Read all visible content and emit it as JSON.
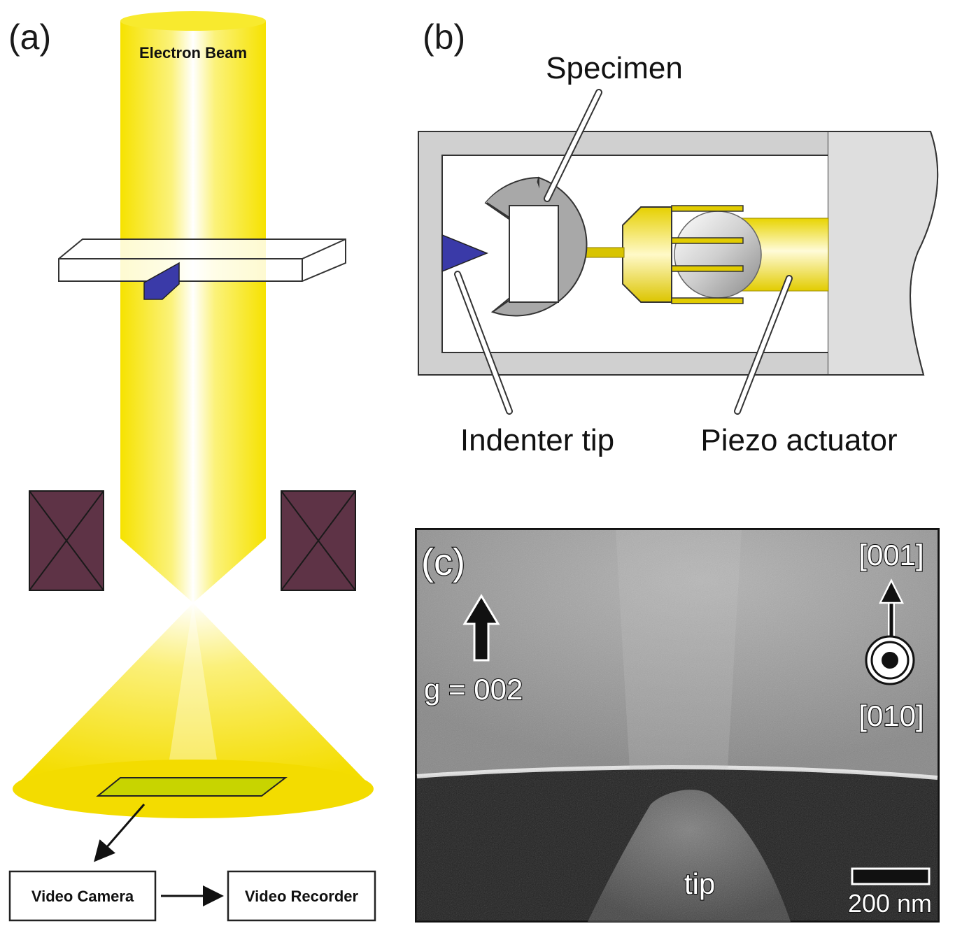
{
  "panels": {
    "a": {
      "letter": "(a)",
      "beam_label": "Electron Beam",
      "camera_label": "Video Camera",
      "recorder_label": "Video Recorder"
    },
    "b": {
      "letter": "(b)",
      "specimen_label": "Specimen",
      "indenter_label": "Indenter tip",
      "piezo_label": "Piezo actuator"
    },
    "c": {
      "letter": "(c)",
      "g_vector_label": "g = 002",
      "direction_up_label": "[001]",
      "direction_out_label": "[010]",
      "tip_label": "tip",
      "scale_bar_label": "200 nm"
    }
  },
  "colors": {
    "beam_yellow": "#f6e200",
    "beam_highlight": "#ffffff",
    "indenter_blue": "#3a3aa8",
    "coil_maroon": "#5e3346",
    "screen_green": "#c8d400",
    "holder_gray": "#d0d0d0",
    "specimen_gray": "#9a9a9a",
    "piezo_yellow": "#e8d400"
  },
  "icons": {
    "g_arrow": "arrow-up-icon",
    "direction_arrow": "arrow-up-icon",
    "out_of_plane": "circle-dot-icon"
  }
}
